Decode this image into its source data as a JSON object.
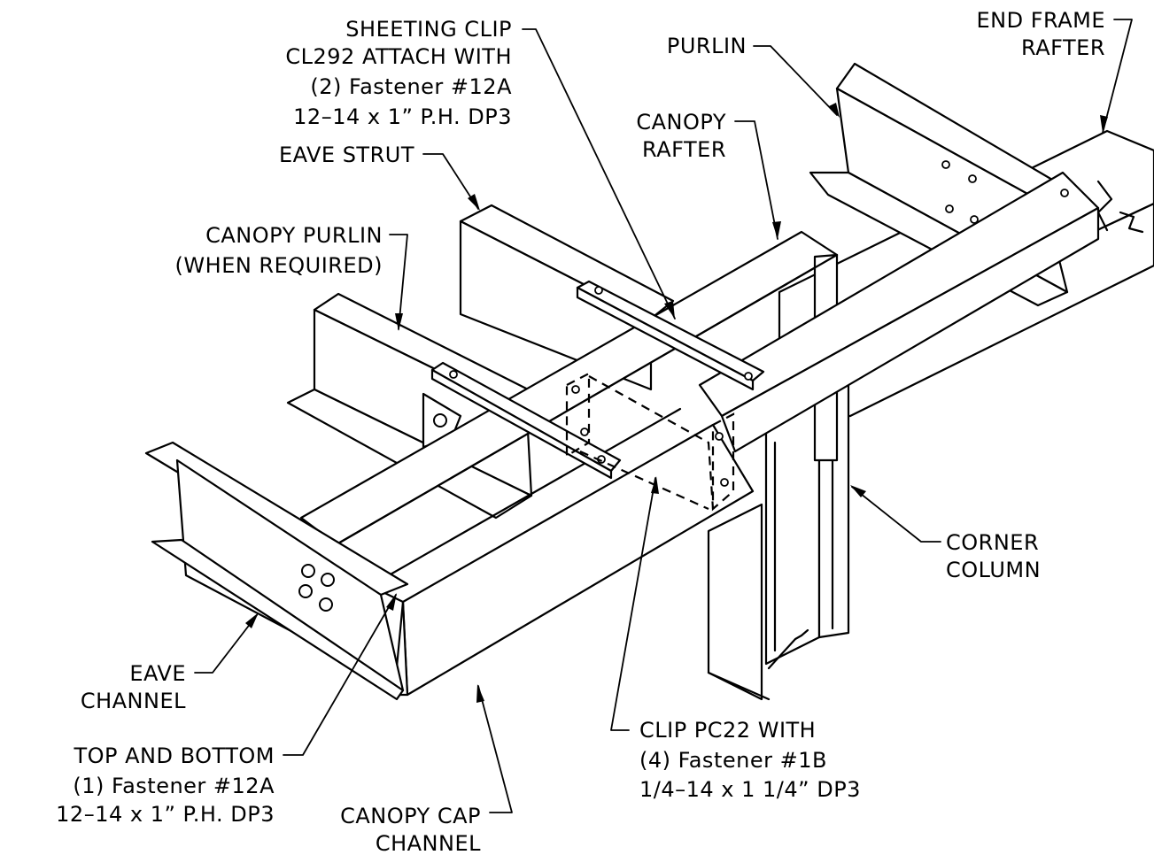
{
  "labels": {
    "sheeting_clip": [
      "SHEETING CLIP",
      "CL292 ATTACH WITH",
      "(2) Fastener #12A",
      "12–14 x 1” P.H. DP3"
    ],
    "purlin": [
      "PURLIN"
    ],
    "end_frame_rafter": [
      "END FRAME",
      "RAFTER"
    ],
    "canopy_rafter": [
      "CANOPY",
      "RAFTER"
    ],
    "eave_strut": [
      "EAVE STRUT"
    ],
    "canopy_purlin": [
      "CANOPY PURLIN",
      "(WHEN REQUIRED)"
    ],
    "corner_column": [
      "CORNER",
      "COLUMN"
    ],
    "eave_channel": [
      "EAVE",
      "CHANNEL"
    ],
    "top_bottom": [
      "TOP AND BOTTOM",
      "(1) Fastener #12A",
      "12–14 x 1” P.H. DP3"
    ],
    "canopy_cap_channel": [
      "CANOPY CAP",
      "CHANNEL"
    ],
    "clip_pc22": [
      "CLIP PC22 WITH",
      "(4) Fastener #1B",
      "1/4–14 x 1 1/4” DP3"
    ]
  }
}
